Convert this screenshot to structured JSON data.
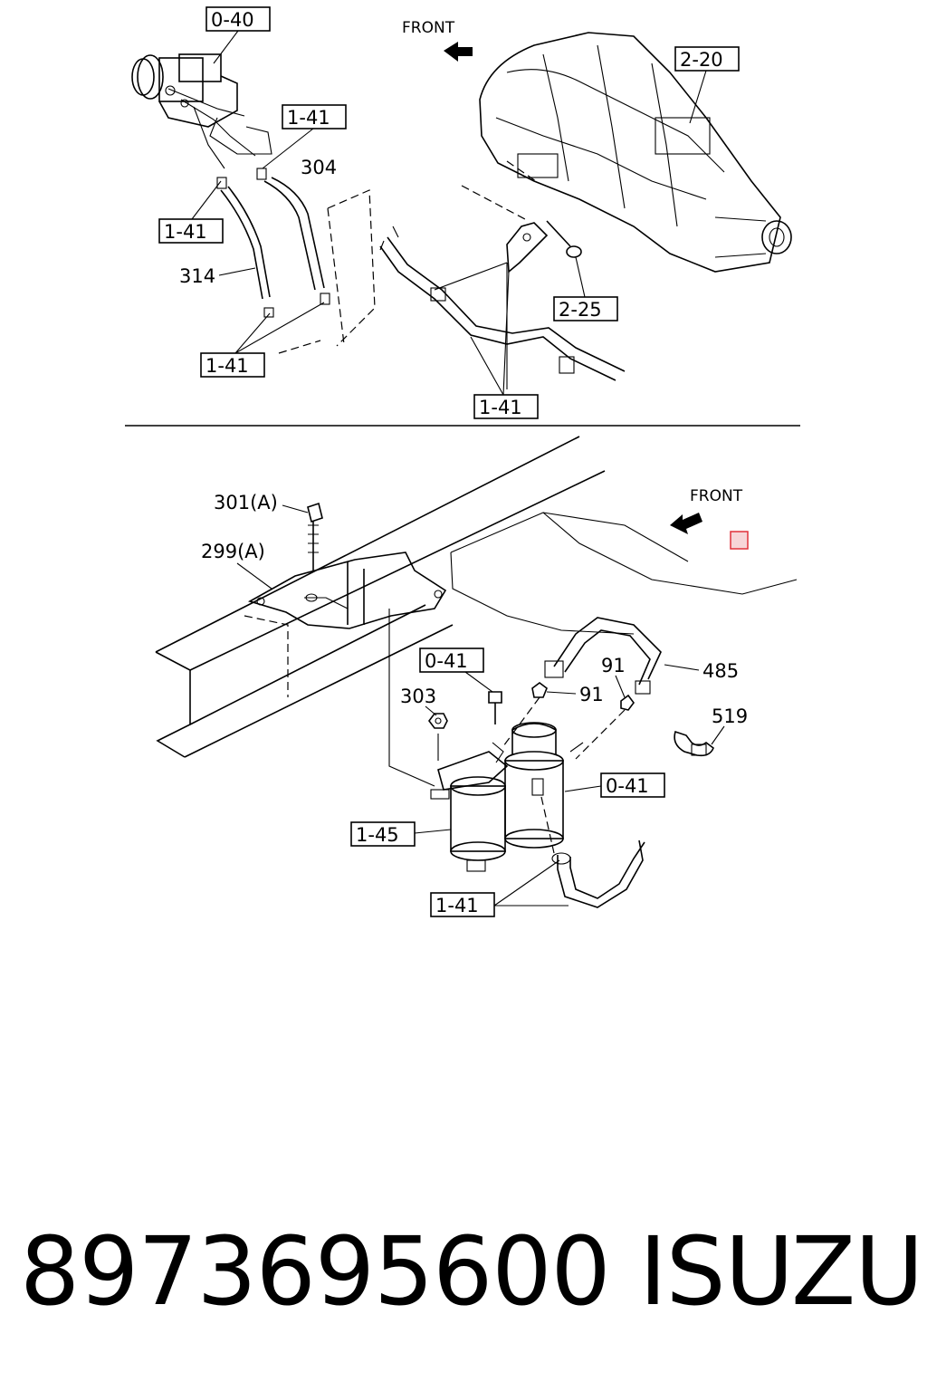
{
  "diagram": {
    "top": {
      "front": "FRONT",
      "refs": [
        "0-40",
        "2-20",
        "1-41",
        "1-41",
        "1-41",
        "2-25",
        "1-41"
      ],
      "parts": [
        "304",
        "314"
      ]
    },
    "bottom": {
      "front": "FRONT",
      "refs": [
        "0-41",
        "0-41",
        "1-45",
        "1-41"
      ],
      "parts": [
        "301(A)",
        "299(A)",
        "303",
        "91",
        "91",
        "485",
        "519"
      ]
    }
  },
  "footer": {
    "part_number": "8973695600",
    "brand": "ISUZU"
  },
  "colors": {
    "ink": "#000000",
    "marker": "#e0303a",
    "marker_fill": "#f7d5d8"
  }
}
